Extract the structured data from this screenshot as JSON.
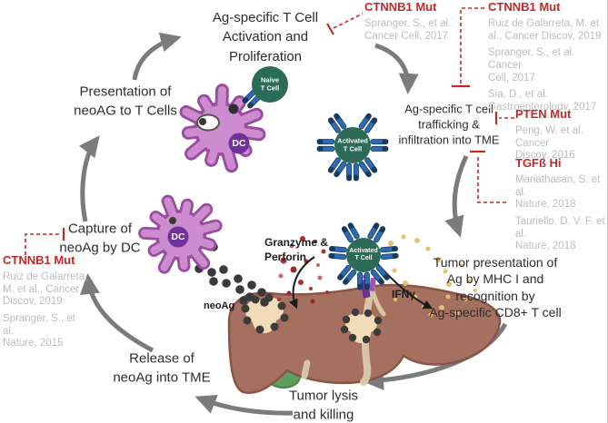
{
  "figure": {
    "steps": {
      "activation": "Ag-specific T Cell\nActivation and\nProliferation",
      "trafficking": "Ag-specific T cell\ntrafficking &\ninfiltration into TME",
      "tumor_presentation": "Tumor presentation of\nAg by MHC I and\nrecognition by\nAg-specific CD8+ T cell",
      "tumor_lysis": "Tumor lysis\nand killing",
      "release": "Release of\nneoAg into TME",
      "capture": "Capture of\nneoAg by DC",
      "presentation": "Presentation of\nneoAG to T Cells"
    },
    "cells": {
      "dc": "DC",
      "naive": "Naive\nT Cell",
      "activated": "Activated\nT Cell"
    },
    "labels": {
      "granzyme": "Granzyme &\nPerforin",
      "ifn_gamma": "IFNγ",
      "neoag": "neoAg"
    },
    "annotations": {
      "ctnnb1_activation": {
        "title": "CTNNB1 Mut",
        "refs": [
          "Spranger, S., et al.\nCancer Cell, 2017"
        ]
      },
      "ctnnb1_trafficking": {
        "title": "CTNNB1 Mut",
        "refs": [
          "Ruiz de Galarreta, M. et\nal., Cancer Discov, 2019",
          "Spranger, S., et al. Cancer\nCell, 2017",
          "Sia, D., et al.\nGastroenterology, 2017"
        ]
      },
      "pten": {
        "title": "PTEN Mut",
        "refs": [
          "Peng, W. et al. Cancer\nDiscov, 2016"
        ]
      },
      "tgfb": {
        "title": "TGFß Hi",
        "refs": [
          "Mariathasan, S. et al.\nNature, 2018",
          "Tauriello, D. V. F. et al.\nNature, 2018"
        ]
      },
      "ctnnb1_capture": {
        "title": "CTNNB1 Mut",
        "refs": [
          "Ruiz de Galarreta,\nM. et al., Cancer\nDiscov, 2019",
          "Spranger, S., et al.\nNature, 2015"
        ]
      }
    },
    "colors": {
      "annotation_red": "#C62828",
      "reference_gray": "#BDBDBD",
      "arrow_gray": "#7B7B7B",
      "tcell_green": "#2B6B57",
      "dc_purple": "#CC8CCE",
      "dc_purple_dark": "#9A4DA0",
      "receptor_blue": "#2D6CB4",
      "liver_brown": "#A5705F",
      "tumor_beige": "#F2DBB8",
      "ifn_yellow": "#E2C26C",
      "granzyme_red": "#A93232"
    }
  }
}
